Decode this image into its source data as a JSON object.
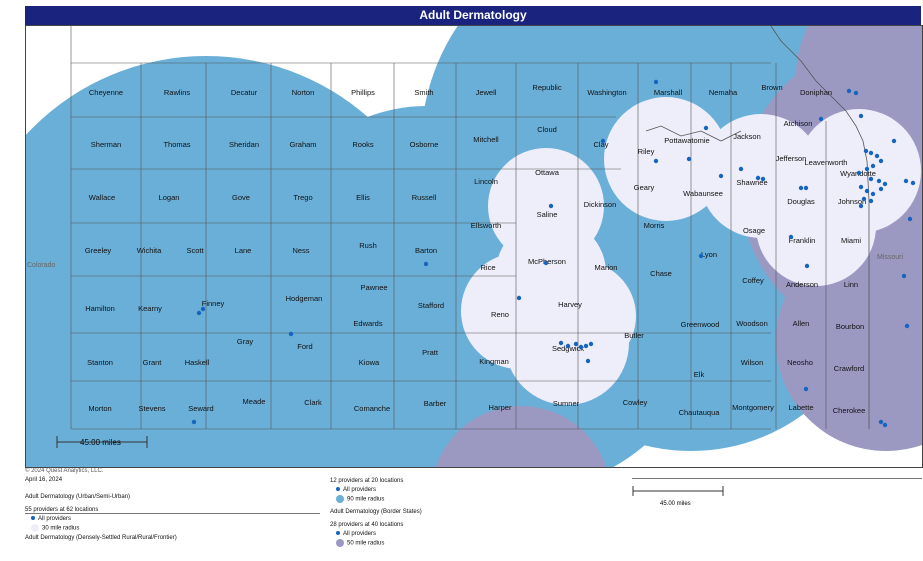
{
  "title": "Adult Dermatology",
  "colors": {
    "title_bg": "#1a237e",
    "rural_90mi": "#6aafd8",
    "urban_30mi": "#eeeefa",
    "border_50mi": "#9b99c2",
    "provider_dot": "#1565c0"
  },
  "state_labels": {
    "west": "Colorado",
    "east": "Missouri"
  },
  "counties": [
    "Cheyenne",
    "Rawlins",
    "Decatur",
    "Norton",
    "Phillips",
    "Smith",
    "Jewell",
    "Republic",
    "Washington",
    "Marshall",
    "Nemaha",
    "Brown",
    "Doniphan",
    "Sherman",
    "Thomas",
    "Sheridan",
    "Graham",
    "Rooks",
    "Osborne",
    "Mitchell",
    "Cloud",
    "Clay",
    "Riley",
    "Pottawatomie",
    "Jackson",
    "Atchison",
    "Wallace",
    "Logan",
    "Gove",
    "Trego",
    "Ellis",
    "Russell",
    "Lincoln",
    "Ottawa",
    "Saline",
    "Dickinson",
    "Geary",
    "Wabaunsee",
    "Shawnee",
    "Jefferson",
    "Leavenworth",
    "Wyandotte",
    "Douglas",
    "Johnson",
    "Ellsworth",
    "Morris",
    "Osage",
    "Franklin",
    "Miami",
    "Greeley",
    "Wichita",
    "Scott",
    "Lane",
    "Ness",
    "Rush",
    "Barton",
    "Rice",
    "McPherson",
    "Marion",
    "Chase",
    "Lyon",
    "Coffey",
    "Anderson",
    "Linn",
    "Pawnee",
    "Hodgeman",
    "Finney",
    "Kearny",
    "Hamilton",
    "Stafford",
    "Reno",
    "Harvey",
    "Butler",
    "Greenwood",
    "Woodson",
    "Allen",
    "Bourbon",
    "Edwards",
    "Gray",
    "Ford",
    "Pratt",
    "Kingman",
    "Sedgwick",
    "Elk",
    "Wilson",
    "Neosho",
    "Crawford",
    "Stanton",
    "Grant",
    "Haskell",
    "Kiowa",
    "Chautauqua",
    "Morton",
    "Stevens",
    "Seward",
    "Meade",
    "Clark",
    "Comanche",
    "Barber",
    "Harper",
    "Sumner",
    "Cowley",
    "Montgomery",
    "Labette",
    "Cherokee"
  ],
  "scale_text": "45.00 miles",
  "legend": {
    "copyright": "© 2024 Quest Analytics, LLC.",
    "date": "April 16, 2024",
    "urban_header": "Adult Dermatology (Urban/Semi-Urban)",
    "urban_count": "55 providers at 62 locations",
    "all_providers": "All providers",
    "urban_radius": "30 mile radius",
    "rural_header": "Adult Dermatology (Densely-Settled Rural/Rural/Frontier)",
    "rural_count": "12 providers at 20 locations",
    "rural_radius": "90 mile radius",
    "border_header": "Adult Dermatology (Border States)",
    "border_count": "28 providers at 40 locations",
    "border_radius": "50 mile radius"
  }
}
